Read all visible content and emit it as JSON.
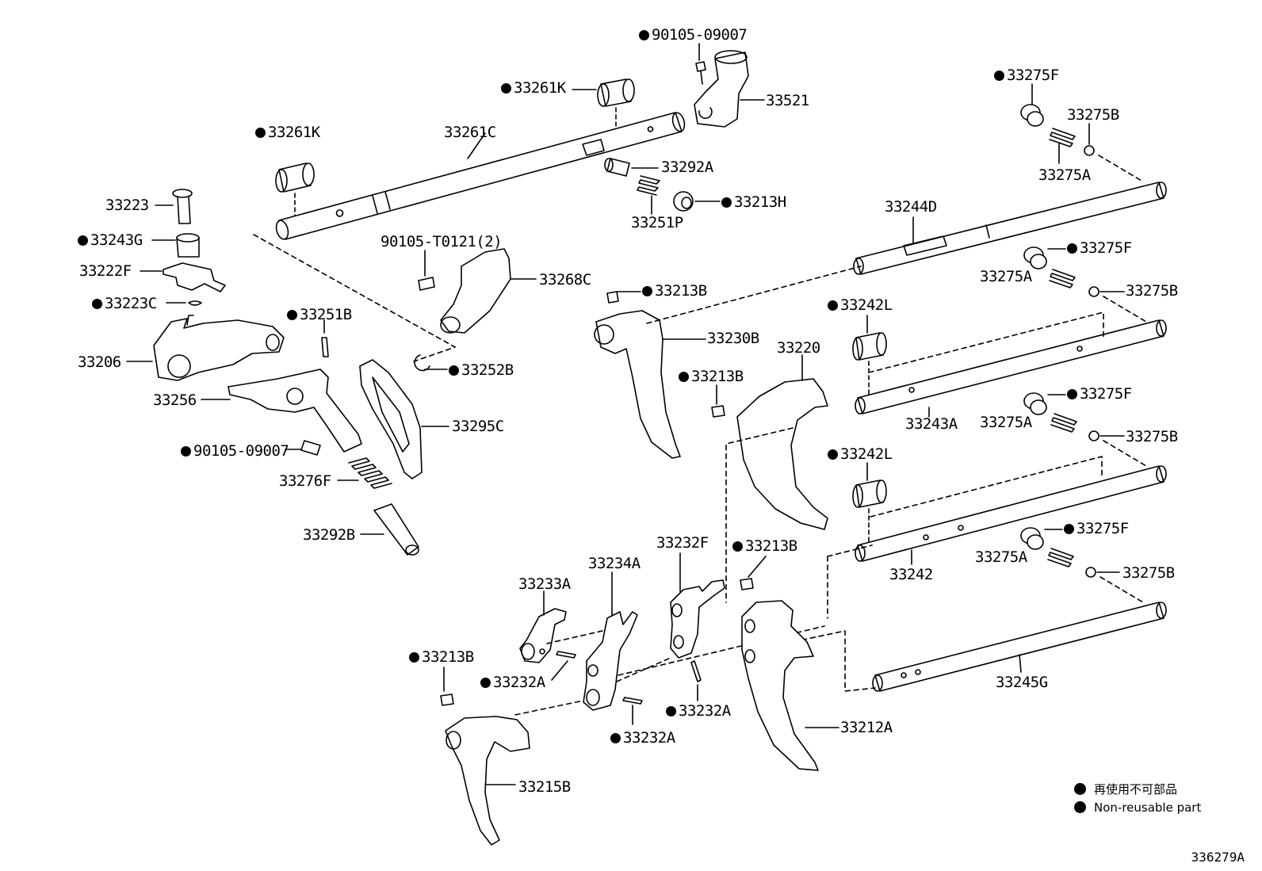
{
  "parts": [
    {
      "id": "p90105_09007_top",
      "text": "90105-09007",
      "nonreusable": true
    },
    {
      "id": "p33261K_top",
      "text": "33261K",
      "nonreusable": true
    },
    {
      "id": "p33521",
      "text": "33521",
      "nonreusable": false
    },
    {
      "id": "p33261K_left",
      "text": "33261K",
      "nonreusable": true
    },
    {
      "id": "p33261C",
      "text": "33261C",
      "nonreusable": false
    },
    {
      "id": "p33292A",
      "text": "33292A",
      "nonreusable": false
    },
    {
      "id": "p33213H",
      "text": "33213H",
      "nonreusable": true
    },
    {
      "id": "p33251P",
      "text": "33251P",
      "nonreusable": false
    },
    {
      "id": "p33223",
      "text": "33223",
      "nonreusable": false
    },
    {
      "id": "p33243G",
      "text": "33243G",
      "nonreusable": true
    },
    {
      "id": "p33222F",
      "text": "33222F",
      "nonreusable": false
    },
    {
      "id": "p33223C",
      "text": "33223C",
      "nonreusable": true
    },
    {
      "id": "p33206",
      "text": "33206",
      "nonreusable": false
    },
    {
      "id": "p33251B",
      "text": "33251B",
      "nonreusable": true
    },
    {
      "id": "p90105_T0121",
      "text": "90105-T0121(2)",
      "nonreusable": false
    },
    {
      "id": "p33268C",
      "text": "33268C",
      "nonreusable": false
    },
    {
      "id": "p33252B",
      "text": "33252B",
      "nonreusable": true
    },
    {
      "id": "p33256",
      "text": "33256",
      "nonreusable": false
    },
    {
      "id": "p33295C",
      "text": "33295C",
      "nonreusable": false
    },
    {
      "id": "p90105_09007_left",
      "text": "90105-09007",
      "nonreusable": true
    },
    {
      "id": "p33276F",
      "text": "33276F",
      "nonreusable": false
    },
    {
      "id": "p33292B",
      "text": "33292B",
      "nonreusable": false
    },
    {
      "id": "p33213B_a",
      "text": "33213B",
      "nonreusable": true
    },
    {
      "id": "p33230B",
      "text": "33230B",
      "nonreusable": false
    },
    {
      "id": "p33213B_b",
      "text": "33213B",
      "nonreusable": true
    },
    {
      "id": "p33220",
      "text": "33220",
      "nonreusable": false
    },
    {
      "id": "p33275F_a",
      "text": "33275F",
      "nonreusable": true
    },
    {
      "id": "p33275B_a",
      "text": "33275B",
      "nonreusable": false
    },
    {
      "id": "p33275A_a",
      "text": "33275A",
      "nonreusable": false
    },
    {
      "id": "p33244D",
      "text": "33244D",
      "nonreusable": false
    },
    {
      "id": "p33275F_b",
      "text": "33275F",
      "nonreusable": true
    },
    {
      "id": "p33275A_b",
      "text": "33275A",
      "nonreusable": false
    },
    {
      "id": "p33275B_b",
      "text": "33275B",
      "nonreusable": false
    },
    {
      "id": "p33242L_a",
      "text": "33242L",
      "nonreusable": true
    },
    {
      "id": "p33243A",
      "text": "33243A",
      "nonreusable": false
    },
    {
      "id": "p33275F_c",
      "text": "33275F",
      "nonreusable": true
    },
    {
      "id": "p33275A_c",
      "text": "33275A",
      "nonreusable": false
    },
    {
      "id": "p33275B_c",
      "text": "33275B",
      "nonreusable": false
    },
    {
      "id": "p33242L_b",
      "text": "33242L",
      "nonreusable": true
    },
    {
      "id": "p33242",
      "text": "33242",
      "nonreusable": false
    },
    {
      "id": "p33275F_d",
      "text": "33275F",
      "nonreusable": true
    },
    {
      "id": "p33275A_d",
      "text": "33275A",
      "nonreusable": false
    },
    {
      "id": "p33275B_d",
      "text": "33275B",
      "nonreusable": false
    },
    {
      "id": "p33232F",
      "text": "33232F",
      "nonreusable": false
    },
    {
      "id": "p33213B_c",
      "text": "33213B",
      "nonreusable": true
    },
    {
      "id": "p33234A",
      "text": "33234A",
      "nonreusable": false
    },
    {
      "id": "p33233A",
      "text": "33233A",
      "nonreusable": false
    },
    {
      "id": "p33213B_d",
      "text": "33213B",
      "nonreusable": true
    },
    {
      "id": "p33232A_a",
      "text": "33232A",
      "nonreusable": true
    },
    {
      "id": "p33232A_b",
      "text": "33232A",
      "nonreusable": true
    },
    {
      "id": "p33232A_c",
      "text": "33232A",
      "nonreusable": true
    },
    {
      "id": "p33212A",
      "text": "33212A",
      "nonreusable": false
    },
    {
      "id": "p33245G",
      "text": "33245G",
      "nonreusable": false
    },
    {
      "id": "p33215B",
      "text": "33215B",
      "nonreusable": false
    }
  ],
  "legend": {
    "jp": "再使用不可部品",
    "en": "Non-reusable part"
  },
  "diagram_code": "336279A"
}
